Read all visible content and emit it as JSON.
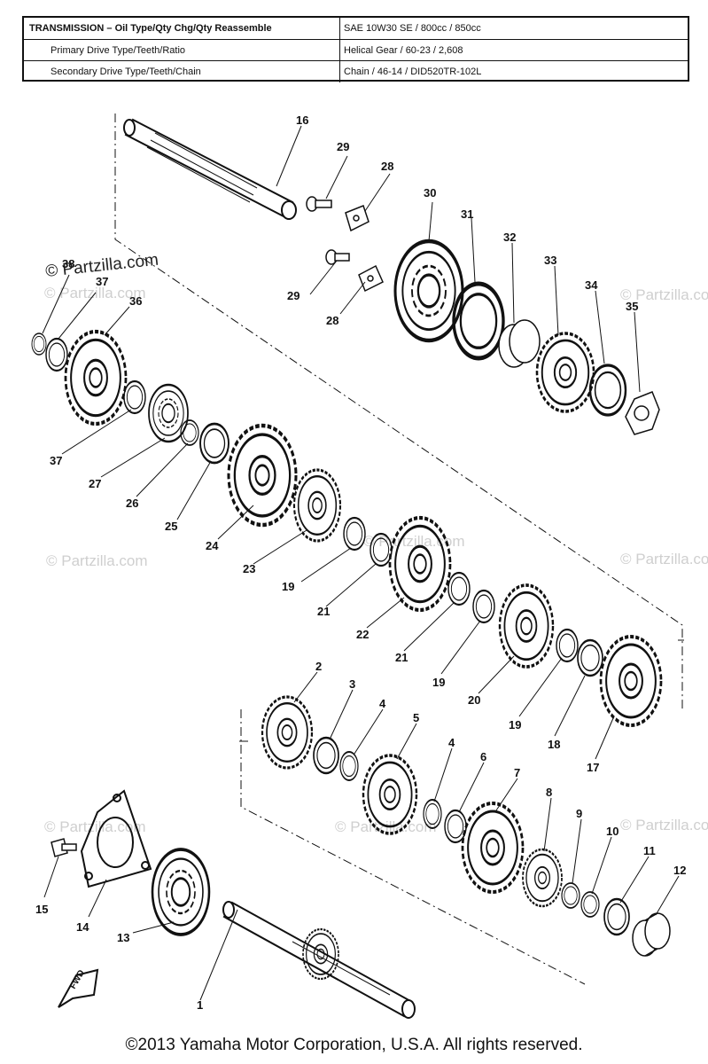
{
  "spec_table": {
    "rows": [
      {
        "label": "TRANSMISSION – Oil Type/Qty Chg/Qty Reassemble",
        "value": "SAE 10W30 SE / 800cc / 850cc"
      },
      {
        "label": "Primary Drive Type/Teeth/Ratio",
        "value": "Helical Gear / 60-23 / 2,608"
      },
      {
        "label": "Secondary Drive Type/Teeth/Chain",
        "value": "Chain / 46-14 / DID520TR-102L"
      }
    ]
  },
  "watermark": "© Partzilla.com",
  "callouts": [
    "1",
    "2",
    "3",
    "4",
    "4",
    "5",
    "6",
    "7",
    "8",
    "9",
    "10",
    "11",
    "12",
    "13",
    "14",
    "15",
    "16",
    "17",
    "18",
    "19",
    "19",
    "19",
    "20",
    "21",
    "21",
    "22",
    "23",
    "24",
    "25",
    "26",
    "27",
    "28",
    "28",
    "29",
    "29",
    "30",
    "31",
    "32",
    "33",
    "34",
    "35",
    "36",
    "37",
    "37",
    "38"
  ],
  "fwd_label": "FWD",
  "copyright": "©2013  Yamaha Motor Corporation, U.S.A. All rights reserved."
}
